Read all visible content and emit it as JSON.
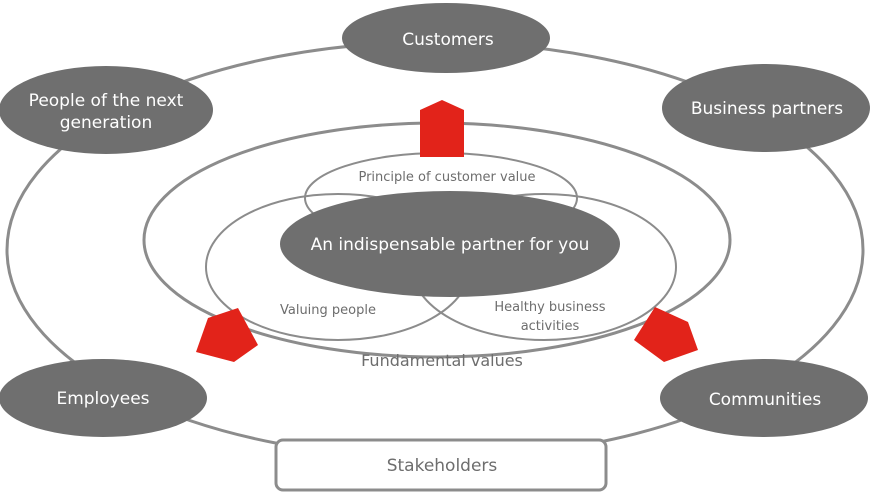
{
  "diagram": {
    "stakeholders": {
      "customers": "Customers",
      "business_partners": "Business partners",
      "next_generation_line1": "People of the next",
      "next_generation_line2": "generation",
      "employees": "Employees",
      "communities": "Communities"
    },
    "outer_label": "Stakeholders",
    "fundamental_values": "Fundamental values",
    "principle_of_customer_value": "Principle of customer value",
    "valuing_people": "Valuing people",
    "healthy_business_line1": "Healthy business",
    "healthy_business_line2": "activities",
    "center": "An indispensable partner for you"
  },
  "colors": {
    "ring": "#8c8c8c",
    "node_fill": "#6f6f6f",
    "arrow": "#e2231a",
    "text_grey": "#6d6d6d"
  }
}
